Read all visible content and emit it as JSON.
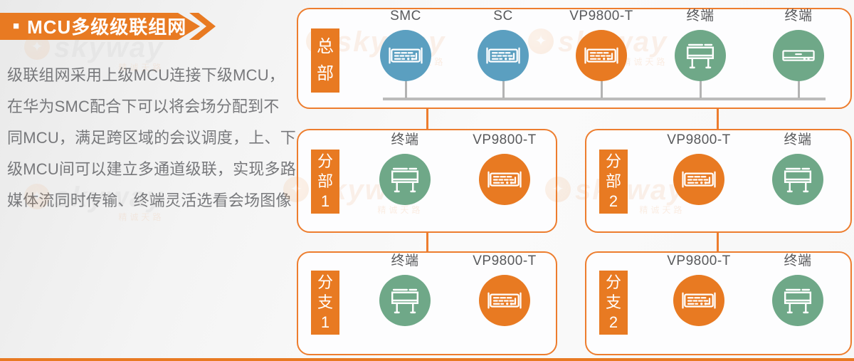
{
  "colors": {
    "accent_orange": "#E87A22",
    "border_orange": "#ED7D2E",
    "node_blue": "#5B9FC0",
    "node_green": "#6FA888",
    "bus_gray": "#BBBBBB",
    "label_gray": "#58595B",
    "body_gray": "#77787B"
  },
  "header": {
    "bullet": "■",
    "title": "MCU多级级联组网"
  },
  "intro": {
    "lines": [
      "级联组网采用上级MCU连接下级MCU，",
      "在华为SMC配合下可以将会场分配到不",
      "同MCU，满足跨区域的会议调度，上、下",
      "级MCU间可以建立多通道级联，实现多路",
      "媒体流同时传输、终端灵活选看会场图像"
    ]
  },
  "watermark": {
    "text": "skyway",
    "subtext": "精诚天路",
    "logo": "diamond-flower"
  },
  "diagram": {
    "hq": {
      "side_label": "总部",
      "chars": [
        "总",
        "部"
      ],
      "nodes": [
        {
          "label": "SMC",
          "icon": "server",
          "color": "#5B9FC0"
        },
        {
          "label": "SC",
          "icon": "server",
          "color": "#5B9FC0"
        },
        {
          "label": "VP9800-T",
          "icon": "server",
          "color": "#E87A22"
        },
        {
          "label": "终端",
          "icon": "monitor",
          "color": "#6FA888"
        },
        {
          "label": "终端",
          "icon": "codec",
          "color": "#6FA888"
        }
      ]
    },
    "dept1": {
      "side_label": "分部1",
      "chars": [
        "分",
        "部",
        "1"
      ],
      "nodes": [
        {
          "label": "终端",
          "icon": "monitor",
          "color": "#6FA888"
        },
        {
          "label": "VP9800-T",
          "icon": "server",
          "color": "#E87A22"
        }
      ]
    },
    "dept2": {
      "side_label": "分部2",
      "chars": [
        "分",
        "部",
        "2"
      ],
      "nodes": [
        {
          "label": "VP9800-T",
          "icon": "server",
          "color": "#E87A22"
        },
        {
          "label": "终端",
          "icon": "monitor",
          "color": "#6FA888"
        }
      ]
    },
    "sub1": {
      "side_label": "分支1",
      "chars": [
        "分",
        "支",
        "1"
      ],
      "nodes": [
        {
          "label": "终端",
          "icon": "monitor",
          "color": "#6FA888"
        },
        {
          "label": "VP9800-T",
          "icon": "server",
          "color": "#E87A22"
        }
      ]
    },
    "sub2": {
      "side_label": "分支2",
      "chars": [
        "分",
        "支",
        "2"
      ],
      "nodes": [
        {
          "label": "VP9800-T",
          "icon": "server",
          "color": "#E87A22"
        },
        {
          "label": "终端",
          "icon": "monitor",
          "color": "#6FA888"
        }
      ]
    }
  }
}
